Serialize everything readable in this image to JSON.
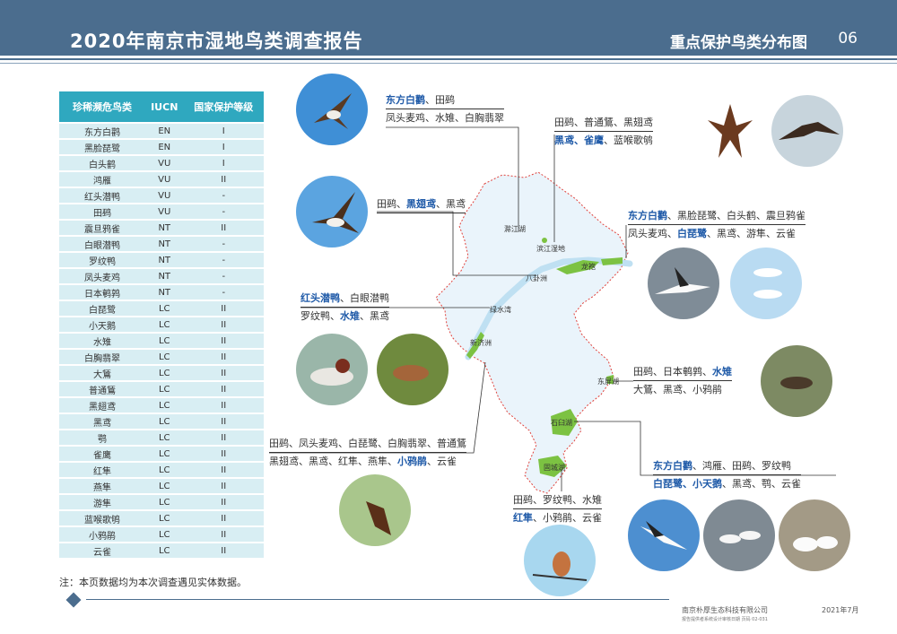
{
  "header": {
    "title": "2020年南京市湿地鸟类调查报告",
    "subtitle": "重点保护鸟类分布图",
    "page": "06"
  },
  "table": {
    "headers": [
      "珍稀濒危鸟类",
      "IUCN",
      "国家保护等级"
    ],
    "rows": [
      [
        "东方白鹳",
        "EN",
        "I"
      ],
      [
        "黑脸琵鹭",
        "EN",
        "I"
      ],
      [
        "白头鹤",
        "VU",
        "I"
      ],
      [
        "鸿雁",
        "VU",
        "II"
      ],
      [
        "红头潜鸭",
        "VU",
        "-"
      ],
      [
        "田鹀",
        "VU",
        "-"
      ],
      [
        "震旦鸦雀",
        "NT",
        "II"
      ],
      [
        "白眼潜鸭",
        "NT",
        "-"
      ],
      [
        "罗纹鸭",
        "NT",
        "-"
      ],
      [
        "凤头麦鸡",
        "NT",
        "-"
      ],
      [
        "日本鹌鹑",
        "NT",
        "-"
      ],
      [
        "白琵鹭",
        "LC",
        "II"
      ],
      [
        "小天鹅",
        "LC",
        "II"
      ],
      [
        "水雉",
        "LC",
        "II"
      ],
      [
        "白胸翡翠",
        "LC",
        "II"
      ],
      [
        "大鵟",
        "LC",
        "II"
      ],
      [
        "普通鵟",
        "LC",
        "II"
      ],
      [
        "黑翅鸢",
        "LC",
        "II"
      ],
      [
        "黑鸢",
        "LC",
        "II"
      ],
      [
        "鹗",
        "LC",
        "II"
      ],
      [
        "雀鹰",
        "LC",
        "II"
      ],
      [
        "红隼",
        "LC",
        "II"
      ],
      [
        "燕隼",
        "LC",
        "II"
      ],
      [
        "游隼",
        "LC",
        "II"
      ],
      [
        "蓝喉歌鸲",
        "LC",
        "II"
      ],
      [
        "小鸦鹃",
        "LC",
        "II"
      ],
      [
        "云雀",
        "LC",
        "II"
      ]
    ]
  },
  "note": "注：本页数据均为本次调查遇见实体数据。",
  "map_labels": {
    "l1": "滁江湖",
    "l2": "滨江湿地",
    "l3": "龙袍",
    "l4": "八卦洲",
    "l5": "绿水湾",
    "l6": "新济洲",
    "l7": "东屏湖",
    "l8": "石臼湖",
    "l9": "固城湖"
  },
  "groups": {
    "g1": {
      "l1": [
        {
          "t": "东方白鹳",
          "h": true
        },
        {
          "t": "、田鹀",
          "h": false
        }
      ],
      "l2": [
        {
          "t": "凤头麦鸡、水雉、白胸翡翠",
          "h": false
        }
      ]
    },
    "g2": {
      "l1": [
        {
          "t": "田鹀、普通鵟、黑翅鸢",
          "h": false
        }
      ],
      "l2": [
        {
          "t": "黑鸢、雀鹰",
          "h": true
        },
        {
          "t": "、蓝喉歌鸲",
          "h": false
        }
      ]
    },
    "g3": {
      "l1": [
        {
          "t": "田鹀、",
          "h": false
        },
        {
          "t": "黑翅鸢",
          "h": true
        },
        {
          "t": "、黑鸢",
          "h": false
        }
      ]
    },
    "g4": {
      "l1": [
        {
          "t": "东方白鹳",
          "h": true
        },
        {
          "t": "、黑脸琵鹭、白头鹤、震旦鸦雀",
          "h": false
        }
      ],
      "l2": [
        {
          "t": "凤头麦鸡、",
          "h": false
        },
        {
          "t": "白琵鹭",
          "h": true
        },
        {
          "t": "、黑鸢、游隼、云雀",
          "h": false
        }
      ]
    },
    "g5": {
      "l1": [
        {
          "t": "红头潜鸭",
          "h": true
        },
        {
          "t": "、白眼潜鸭",
          "h": false
        }
      ],
      "l2": [
        {
          "t": "罗纹鸭、",
          "h": false
        },
        {
          "t": "水雉",
          "h": true
        },
        {
          "t": "、黑鸢",
          "h": false
        }
      ]
    },
    "g6": {
      "l1": [
        {
          "t": "田鹀、日本鹌鹑、",
          "h": false
        },
        {
          "t": "水雉",
          "h": true
        }
      ],
      "l2": [
        {
          "t": "大鵟、黑鸢、小鸦鹃",
          "h": false
        }
      ]
    },
    "g7": {
      "l1": [
        {
          "t": "田鹀、凤头麦鸡、白琵鹭、白胸翡翠、普通鵟",
          "h": false
        }
      ],
      "l2": [
        {
          "t": "黑翅鸢、黑鸢、红隼、燕隼、",
          "h": false
        },
        {
          "t": "小鸦鹃",
          "h": true
        },
        {
          "t": "、云雀",
          "h": false
        }
      ]
    },
    "g8": {
      "l1": [
        {
          "t": "东方白鹳",
          "h": true
        },
        {
          "t": "、鸿雁、田鹀、罗纹鸭",
          "h": false
        }
      ],
      "l2": [
        {
          "t": "白琵鹭、小天鹅",
          "h": true
        },
        {
          "t": "、黑鸢、鹗、云雀",
          "h": false
        }
      ]
    },
    "g9": {
      "l1": [
        {
          "t": "田鹀、罗纹鸭、水雉",
          "h": false
        }
      ],
      "l2": [
        {
          "t": "红隼",
          "h": true
        },
        {
          "t": "、小鸦鹃、云雀",
          "h": false
        }
      ]
    }
  },
  "footer": {
    "org": "南京朴厚生态科技有限公司",
    "date": "2021年7月",
    "small": "报告提供者系统设计审核日期    页码 02-031"
  },
  "colors": {
    "header": "#4b6d8e",
    "table_head": "#2fa8bf",
    "table_row": "#d8eef3",
    "highlight": "#1f5aa8",
    "wetland": "#7cc242"
  }
}
